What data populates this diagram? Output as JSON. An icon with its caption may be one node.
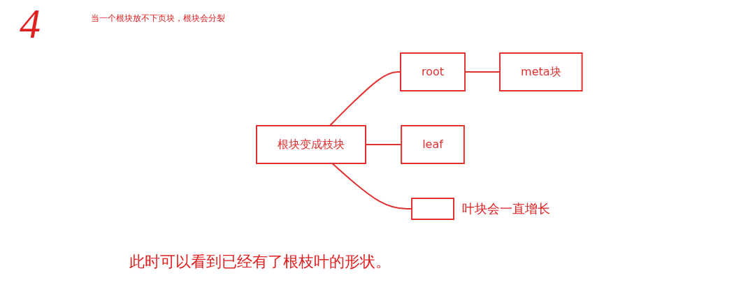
{
  "diagram": {
    "nodes": [
      {
        "text": [
          "根块变成枝块"
        ]
      },
      {
        "text": [
          "root"
        ]
      },
      {
        "text": [
          "meta块"
        ]
      },
      {
        "text": [
          "leaf"
        ]
      },
      {
        "text": [],
        "shape": "box",
        "beside": [
          "叶块会一直增长"
        ]
      }
    ],
    "edges": [
      {
        "from": 0,
        "to": 1,
        "arrow": "none"
      },
      {
        "from": 1,
        "to": 2,
        "arrow": "none"
      },
      {
        "from": 0,
        "to": 3,
        "arrow": "none"
      },
      {
        "from": 0,
        "to": 4,
        "arrow": "none"
      }
    ],
    "labels": [
      "4",
      "当一个根块放不下页块，根块会分裂",
      "此时可以看到已经有了根枝叶的形状。"
    ]
  }
}
